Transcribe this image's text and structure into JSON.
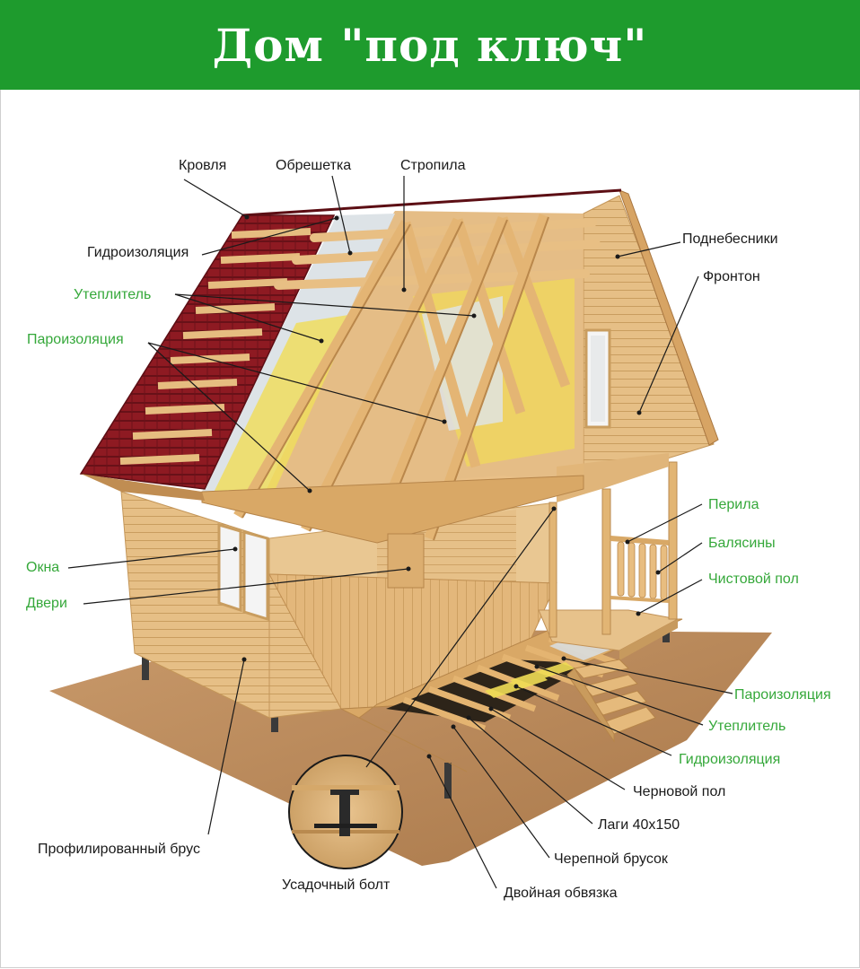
{
  "title": "Дом \"под ключ\"",
  "colors": {
    "header": "#1e9b2d",
    "green_label": "#35a83a",
    "black_label": "#1a1a1a",
    "roof": "#8e1a22",
    "wood": "#e6bf86",
    "ground": "#b88858"
  },
  "labels": {
    "krovlya": "Кровля",
    "obreshetka": "Обрешетка",
    "stropila": "Стропила",
    "gidroizolyaciya_top": "Гидроизоляция",
    "podnebesniki": "Поднебесники",
    "fronton": "Фронтон",
    "uteplitel_top": "Утеплитель",
    "paroizolyaciya_top": "Пароизоляция",
    "perila": "Перила",
    "balyasiny": "Балясины",
    "chistovoy_pol": "Чистовой пол",
    "okna": "Окна",
    "dveri": "Двери",
    "paroizolyaciya_bottom": "Пароизоляция",
    "uteplitel_bottom": "Утеплитель",
    "gidroizolyaciya_bottom": "Гидроизоляция",
    "chernovoy_pol": "Черновой пол",
    "lagi": "Лаги 40х150",
    "profilirovannyy_brus": "Профилированный брус",
    "cherepnoy_brusok": "Черепной брусок",
    "usadochnyy_bolt": "Усадочный болт",
    "dvoynaya_obvyazka": "Двойная обвязка"
  }
}
